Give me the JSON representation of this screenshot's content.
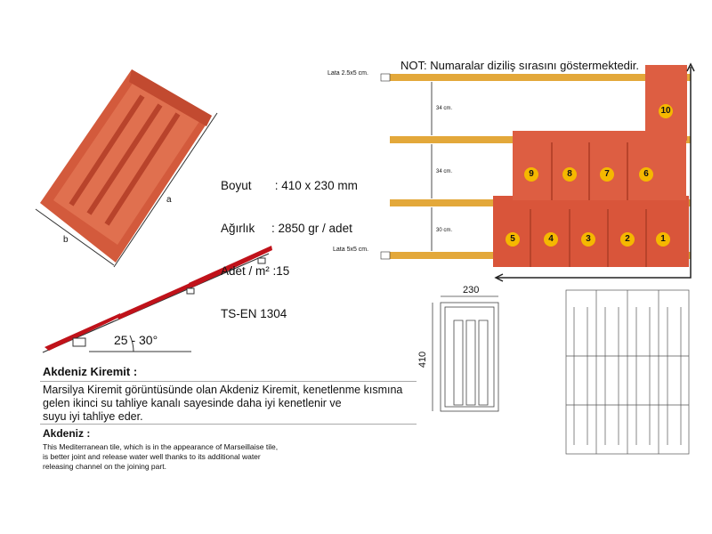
{
  "specs": {
    "size": "Boyut       : 410 x 230 mm",
    "weight": "Ağırlık     : 2850 gr / adet",
    "per_m2": "Adet / m² :15",
    "standard": "TS-EN 1304"
  },
  "tile_dims": {
    "a": "a",
    "b": "b"
  },
  "roof": {
    "angle": "25 - 30°"
  },
  "layout": {
    "note": "NOT: Numaralar diziliş sırasını göstermektedir.",
    "lata_top": "Lata 2.5x5 cm.",
    "lata_bottom": "Lata 5x5 cm.",
    "spacing": [
      "34 cm.",
      "34 cm.",
      "30 cm."
    ],
    "tile_order": [
      "1",
      "2",
      "3",
      "4",
      "5",
      "6",
      "7",
      "8",
      "9",
      "10"
    ]
  },
  "drawing": {
    "width": "230",
    "height": "410"
  },
  "description": {
    "tr_title": "Akdeniz Kiremit :",
    "tr_lines": [
      "Marsilya Kiremit görüntüsünde olan Akdeniz Kiremit, kenetlenme kısmına",
      "gelen ikinci su tahliye kanalı sayesinde daha iyi kenetlenir ve",
      "suyu iyi tahliye eder."
    ],
    "en_title": "Akdeniz :",
    "en_lines": [
      "This Mediterranean tile, which is in the appearance of Marseillaise tile,",
      "is better joint and release water well thanks to its additional water",
      "releasing channel on the joining part."
    ]
  },
  "colors": {
    "tile": "#d9553a",
    "batten": "#e3a83a",
    "badge": "#f5b800",
    "roof_red": "#c0121a"
  }
}
